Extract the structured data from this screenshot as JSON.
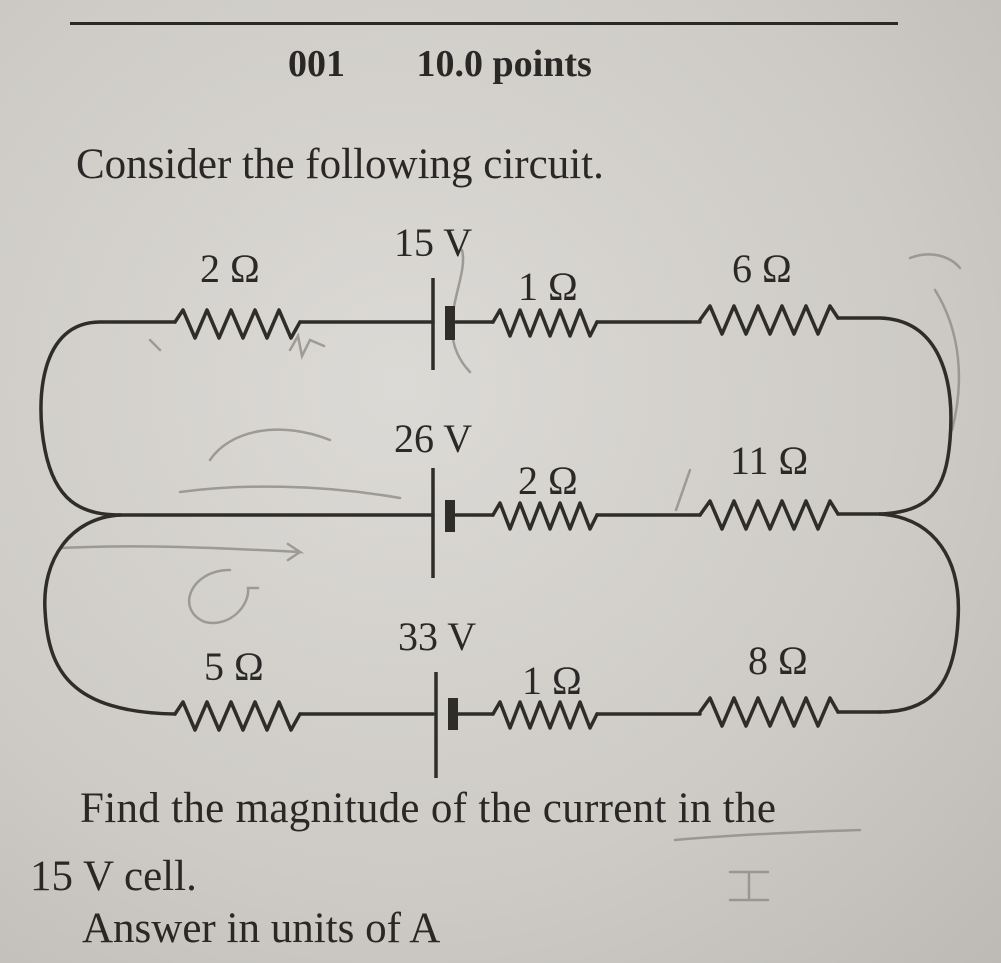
{
  "header": {
    "number": "001",
    "points": "10.0 points"
  },
  "intro": "Consider the following circuit.",
  "circuit": {
    "top_branch": {
      "left_resistor": "2 Ω",
      "battery": "15 V",
      "internal_resistor": "1 Ω",
      "right_resistor": "6 Ω"
    },
    "middle_branch": {
      "battery": "26 V",
      "internal_resistor": "2 Ω",
      "right_resistor": "11 Ω"
    },
    "bottom_branch": {
      "left_resistor": "5 Ω",
      "battery": "33 V",
      "internal_resistor": "1 Ω",
      "right_resistor": "8 Ω"
    }
  },
  "question": {
    "line1": "Find the magnitude of the current in the",
    "line2": "15 V cell.",
    "units": "Answer in units of  A"
  }
}
